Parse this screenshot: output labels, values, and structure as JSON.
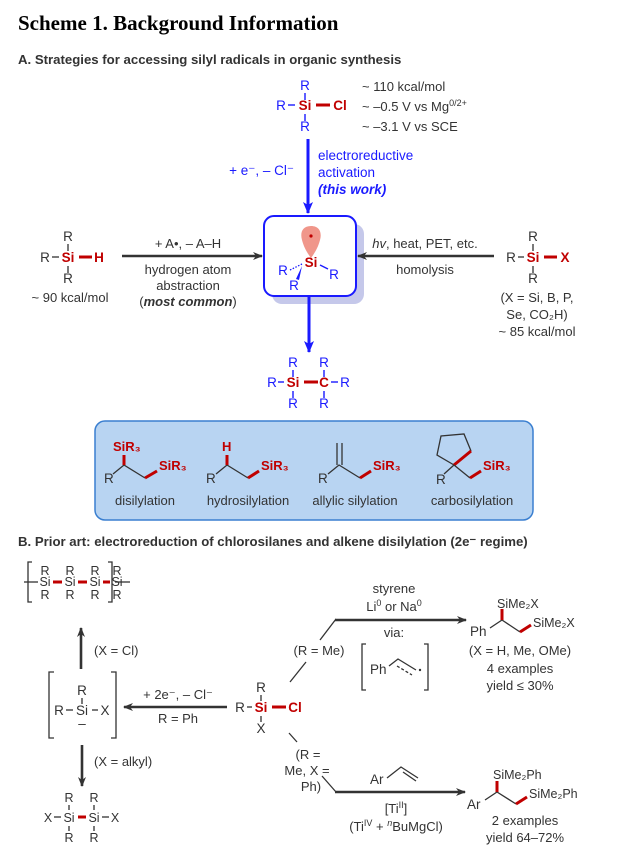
{
  "title": "Scheme 1. Background Information",
  "section_a": {
    "heading": "A. Strategies for accessing silyl radicals in organic synthesis",
    "chlorosilane": {
      "r": "R",
      "si": "Si",
      "cl": "Cl",
      "notes": [
        "~ 110 kcal/mol",
        "~ –0.5 V vs Mg",
        "~ –3.1 V vs SCE"
      ],
      "mg_sup": "0/2+"
    },
    "electroreductive": {
      "left_label": "+ e⁻, – Cl⁻",
      "lines": [
        "electroreductive",
        "activation",
        "(this work)"
      ]
    },
    "hydrosilane": {
      "r": "R",
      "si": "Si",
      "h": "H",
      "bde": "~ 90 kcal/mol"
    },
    "hat": {
      "top": "+ A•, – A–H",
      "lines": [
        "hydrogen atom",
        "abstraction"
      ],
      "emph_open": "(",
      "emph": "most common",
      "emph_close": ")"
    },
    "homolysis": {
      "top_italic": "hv",
      "top_rest": ", heat, PET, etc.",
      "bottom": "homolysis"
    },
    "silyl_x": {
      "r": "R",
      "si": "Si",
      "x": "X",
      "notes": [
        "(X = Si, B, P,",
        "Se, CO₂H)",
        "~ 85 kcal/mol"
      ]
    },
    "radical": {
      "si": "Si",
      "r": "R"
    },
    "product": {
      "r": "R",
      "si": "Si",
      "c": "C"
    },
    "reactions": [
      {
        "label": "disilylation",
        "sub1": "SiR₃",
        "sub2": "SiR₃",
        "r": "R"
      },
      {
        "label": "hydrosilylation",
        "sub1": "H",
        "sub2": "SiR₃",
        "r": "R"
      },
      {
        "label": "allylic silylation",
        "sub2": "SiR₃",
        "r": "R"
      },
      {
        "label": "carbosilylation",
        "sub2": "SiR₃",
        "r": "R"
      }
    ]
  },
  "section_b": {
    "heading": "B. Prior art: electroreduction of chlorosilanes and alkene disilylation (2e⁻ regime)",
    "polysilane": {
      "r": "R",
      "si": "Si"
    },
    "x_cl": "(X = Cl)",
    "anion": {
      "r": "R",
      "si": "Si",
      "x": "X",
      "charge": "–"
    },
    "x_alkyl": "(X = alkyl)",
    "disilane": {
      "r": "R",
      "si": "Si",
      "x": "X"
    },
    "reduction": {
      "top": "+ 2e⁻, – Cl⁻",
      "bottom": "R = Ph"
    },
    "start": {
      "r": "R",
      "si": "Si",
      "cl": "Cl",
      "x": "X"
    },
    "r_me": "(R = Me)",
    "r_me_x_ph": [
      "(R =",
      "Me, X =",
      "Ph)"
    ],
    "top_route": {
      "reagent1": "styrene",
      "reagent2": "Li⁰ or Na⁰",
      "via": "via:",
      "ph": "Ph",
      "product_sub1": "SiMe₂X",
      "product_sub2": "SiMe₂X",
      "product_ph": "Ph",
      "x_note": "(X = H, Me, OMe)",
      "examples": "4 examples",
      "yield": "yield ≤ 30%"
    },
    "bottom_route": {
      "ar": "Ar",
      "cat": "[Ti",
      "cat_sup": "II",
      "cat_close": "]",
      "gen": "(Ti",
      "gen_sup": "IV",
      "gen_mid": " + ",
      "gen_n": "n",
      "gen_rest": "BuMgCl)",
      "product_sub1": "SiMe₂Ph",
      "product_sub2": "SiMe₂Ph",
      "product_ar": "Ar",
      "examples": "2 examples",
      "yield": "yield 64–72%"
    }
  }
}
